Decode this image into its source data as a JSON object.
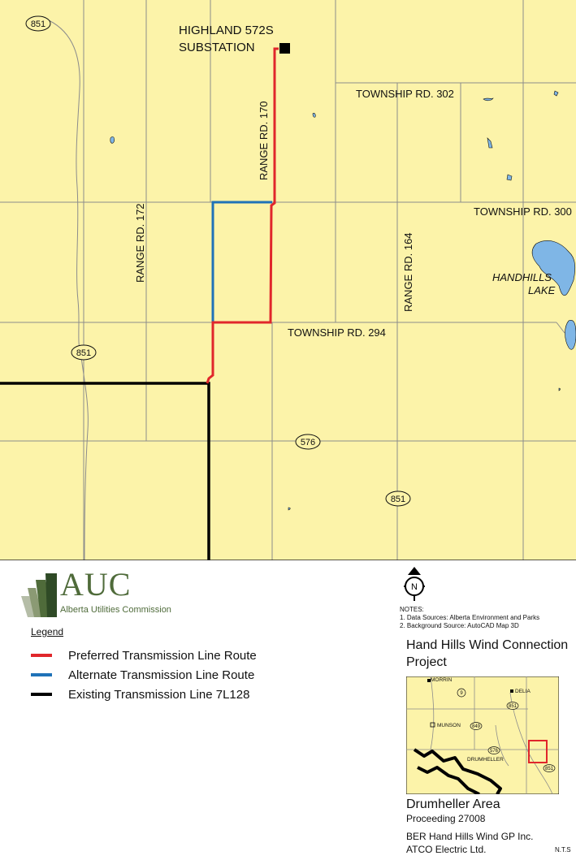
{
  "map": {
    "background": "#fcf3a9",
    "substation": "HIGHLAND 572S\nSUBSTATION",
    "substation_line1": "HIGHLAND 572S",
    "substation_line2": "SUBSTATION",
    "roads": {
      "twp302": "TOWNSHIP RD. 302",
      "twp300": "TOWNSHIP RD. 300",
      "twp294": "TOWNSHIP RD. 294",
      "rr170": "RANGE RD. 170",
      "rr172": "RANGE RD. 172",
      "rr164": "RANGE RD. 164"
    },
    "highways": {
      "h851": "851",
      "h576": "576"
    },
    "lake_line1": "HANDHILLS",
    "lake_line2": "LAKE"
  },
  "logo": {
    "name": "AUC",
    "subtitle": "Alberta Utilities Commission"
  },
  "legend": {
    "title": "Legend",
    "items": [
      {
        "label": "Preferred Transmission Line Route",
        "color": "#e0262b"
      },
      {
        "label": "Alternate Transmission Line Route",
        "color": "#1f72b8"
      },
      {
        "label": "Existing Transmission Line 7L128",
        "color": "#000000"
      }
    ]
  },
  "compass": {
    "letter": "N"
  },
  "notes": {
    "title": "NOTES:",
    "n1": "1. Data Sources: Alberta Environment and Parks",
    "n2": "2. Background Source: AutoCAD Map 3D"
  },
  "project": {
    "line1": "Hand Hills Wind Connection",
    "line2": "Project"
  },
  "inset": {
    "morrin": "MORRIN",
    "delia": "DELIA",
    "munson": "MUNSON",
    "drumheller": "DRUMHELLER",
    "h9": "9",
    "h851a": "851",
    "h849": "849",
    "h576": "576",
    "h851b": "851"
  },
  "footer": {
    "area": "Drumheller Area",
    "proceeding": "Proceeding 27008",
    "company1": "BER Hand Hills Wind GP Inc.",
    "company2": "ATCO Electric Ltd.",
    "nts": "N.T.S"
  }
}
